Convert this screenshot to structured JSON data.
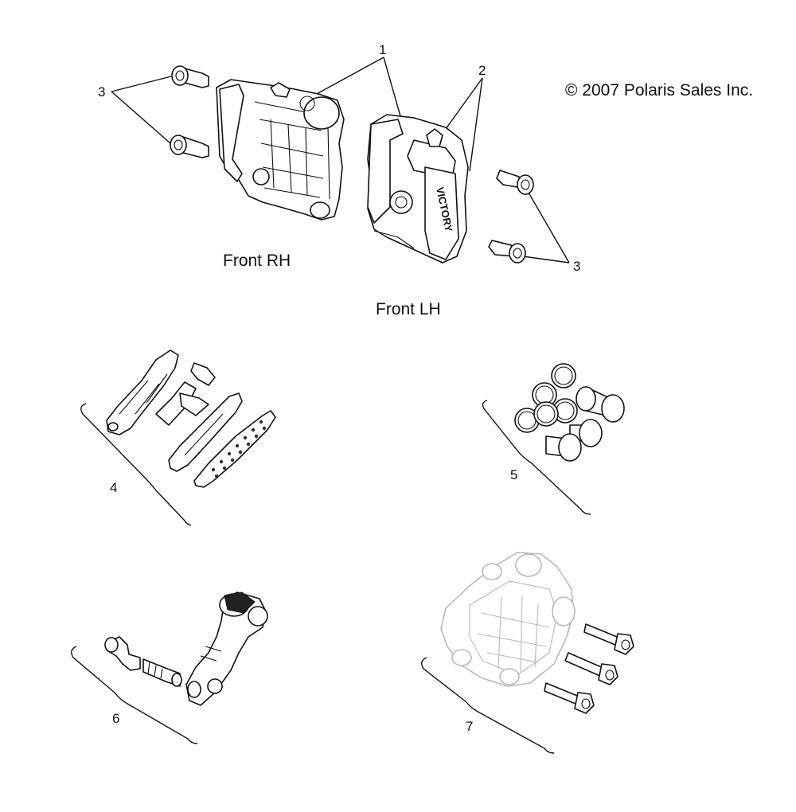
{
  "copyright": "© 2007 Polaris Sales Inc.",
  "captions": {
    "front_rh": "Front RH",
    "front_lh": "Front LH"
  },
  "callouts": {
    "c1": "1",
    "c2": "2",
    "c3_left": "3",
    "c3_right": "3",
    "c4": "4",
    "c5": "5",
    "c6": "6",
    "c7": "7"
  },
  "caliper_marking": "VICTORY"
}
